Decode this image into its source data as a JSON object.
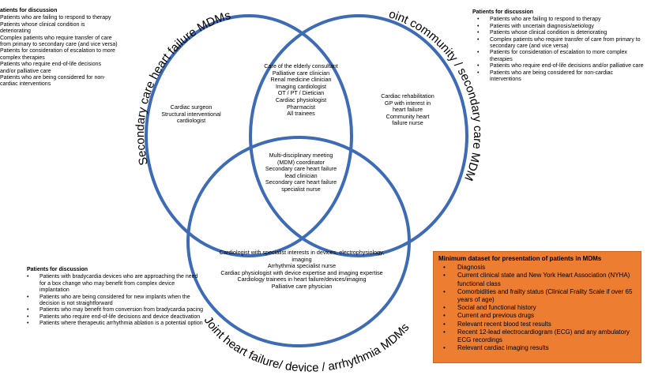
{
  "circles": {
    "color": "#3E6BB5",
    "top_left_label": "Secondary care heart failure MDMs",
    "top_right_label": "Joint community / secondary care MDMs",
    "bottom_label": "Joint heart failure/ device / arrhythmia MDMs"
  },
  "regions": {
    "left_only": [
      "Cardiac surgeon",
      "Structural interventional",
      "cardiologist"
    ],
    "top_overlap": [
      "Care of the elderly consultant",
      "Palliative care clinician",
      "Renal medicine clinician",
      "Imaging cardiologist",
      "OT / PT / Dietician",
      "Cardiac physiologist",
      "Pharmacist",
      "All trainees"
    ],
    "right_only": [
      "Cardiac rehabilitation",
      "GP with interest in",
      "heart failure",
      "Community heart",
      "failure nurse"
    ],
    "center": [
      "Multi-disciplinary meeting",
      "(MDM) coordinator",
      "Secondary care heart failure",
      "lead clinician",
      "Secondary care heart failure",
      "specialist nurse"
    ],
    "bottom_only": [
      "Cardiologist with specialist interests in devices, electrophysiology,",
      "imaging",
      "Arrhythmia specialist nurse",
      "Cardiac physiologist with device expertise and imaging expertise",
      "Cardiology trainees in heart failure/devices/imaging",
      "Palliative care physician"
    ]
  },
  "top_left_box": {
    "title": "atients for discussion",
    "items": [
      "Patients who are failing to respond to therapy",
      "Patients whose clinical condition is",
      "deteriorating",
      "Complex patients who require transfer of care",
      "from primary to secondary care (and vice versa)",
      "Patients for consideration of escalation to more",
      "complex therapies",
      "Patients who require end-of-life decisions",
      "and/or palliative care",
      "Patients who are being considered for non-",
      "cardiac interventions"
    ]
  },
  "top_right_box": {
    "title": "Patients for discussion",
    "items": [
      "Patients who are failing to respond to therapy",
      "Patients with uncertain diagnosis/aetiology",
      "Patients whose clinical condition is deteriorating",
      "Complex patients who require transfer of care from primary to secondary care (and vice versa)",
      "Patients for consideration of escalation to more complex therapies",
      "Patients who require end-of-life decisions and/or palliative care",
      "Patients who are being considered for non-cardiac interventions"
    ]
  },
  "bottom_left_box": {
    "title": "Patients for discussion",
    "items": [
      "Patients with bradycardia devices who are approaching the need for a box change who may benefit from complex device implantation",
      "Patients who are being considered for new implants when the decision is not straightforward",
      "Patients who may benefit from conversion from bradycardia pacing",
      "Patients who require end-of-life decisions and device deactivation",
      "Patients where therapeutic arrhythmia ablation is a potential option"
    ]
  },
  "minimum_dataset": {
    "title": "Minimum dataset for presentation of patients in MDMs",
    "background": "#ED7D31",
    "items": [
      "Diagnosis",
      "Current clinical state and New York Heart Association (NYHA) functional class",
      "Comorbidities and frailty status (Clinical Frailty Scale if over 65 years of age)",
      "Social and functional history",
      "Current and previous drugs",
      "Relevant recent blood test results",
      "Recent 12-lead electrocardiogram (ECG) and any ambulatory ECG recordings",
      "Relevant cardiac imaging results"
    ]
  }
}
